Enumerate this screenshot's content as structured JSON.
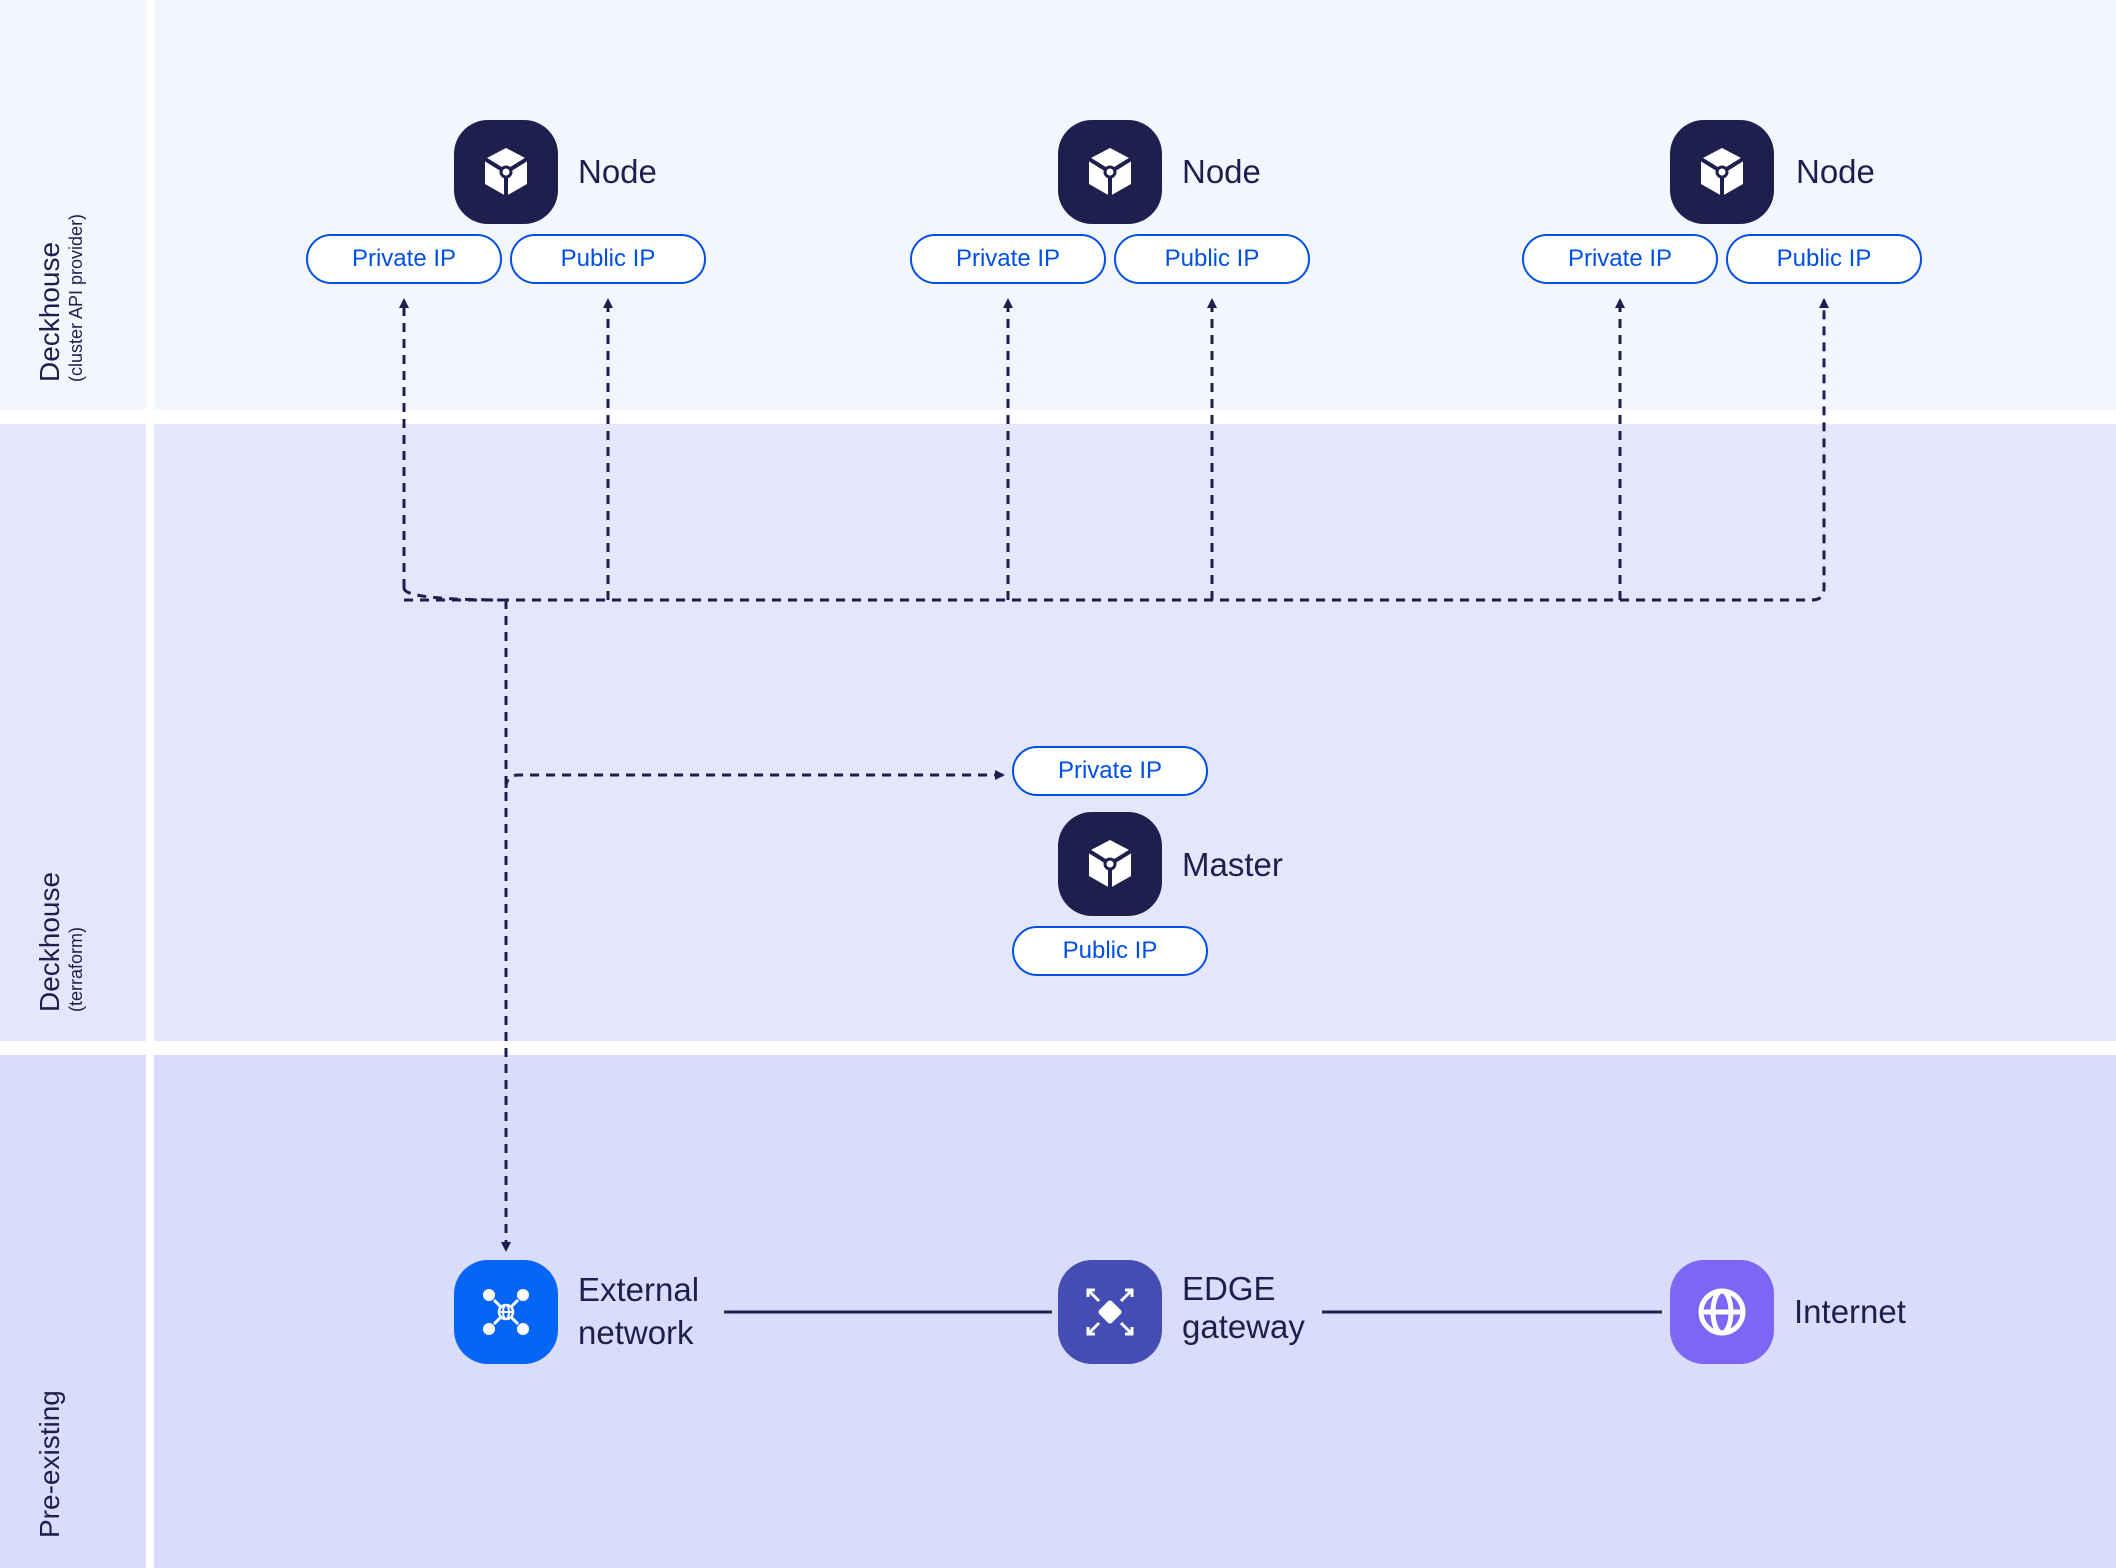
{
  "bands": [
    {
      "title": "Deckhouse",
      "subtitle": "(cluster API provider)"
    },
    {
      "title": "Deckhouse",
      "subtitle": "(terraform)"
    },
    {
      "title": "Pre-existing",
      "subtitle": ""
    }
  ],
  "nodes": [
    {
      "label": "Node",
      "private_ip": "Private IP",
      "public_ip": "Public IP"
    },
    {
      "label": "Node",
      "private_ip": "Private IP",
      "public_ip": "Public IP"
    },
    {
      "label": "Node",
      "private_ip": "Private IP",
      "public_ip": "Public IP"
    }
  ],
  "master": {
    "label": "Master",
    "private_ip": "Private IP",
    "public_ip": "Public IP"
  },
  "network": {
    "external": [
      "External",
      "network"
    ],
    "edge": [
      "EDGE",
      "gateway"
    ],
    "internet": "Internet"
  },
  "colors": {
    "band_top": "#F4F6FE",
    "band_middle": "#E4E6FC",
    "band_bottom": "#D9DCFA",
    "node_icon": "#1F1F4D",
    "ip_pill": "#0050E6",
    "external_icon": "#0566F5",
    "edge_icon": "#434DB3",
    "internet_icon": "#7D66F5",
    "connector": "#1F1F4D"
  },
  "icons": [
    "cube-icon",
    "network-icon",
    "gateway-icon",
    "globe-icon"
  ]
}
